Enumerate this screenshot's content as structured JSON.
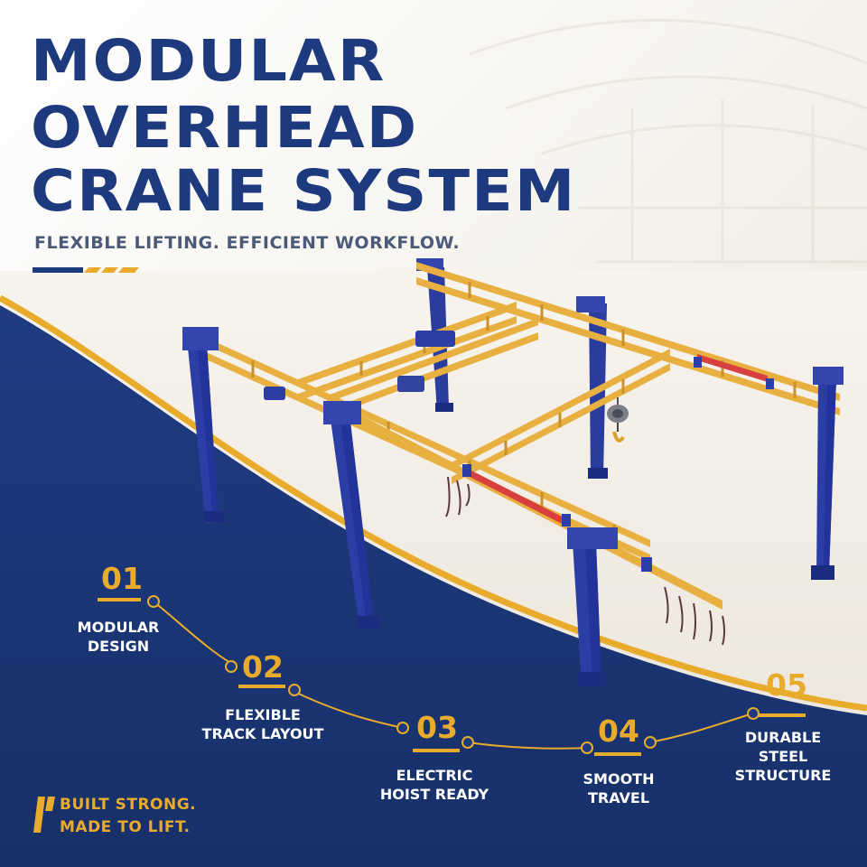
{
  "title": {
    "line1": "MODULAR",
    "line2": "OVERHEAD",
    "line3": "CRANE SYSTEM"
  },
  "subtitle": "FLEXIBLE LIFTING. EFFICIENT WORKFLOW.",
  "features": [
    {
      "number": "01",
      "label": "MODULAR\nDESIGN"
    },
    {
      "number": "02",
      "label": "FLEXIBLE\nTRACK LAYOUT"
    },
    {
      "number": "03",
      "label": "ELECTRIC\nHOIST READY"
    },
    {
      "number": "04",
      "label": "SMOOTH\nTRAVEL"
    },
    {
      "number": "05",
      "label": "DURABLE\nSTEEL\nSTRUCTURE"
    }
  ],
  "tagline": {
    "line1": "BUILT STRONG.",
    "line2": "MADE TO LIFT."
  },
  "colors": {
    "navy": "#1e3a7f",
    "gold": "#e8ab2b",
    "background": "#f3f0ea",
    "column_blue": "#2b3ea6",
    "rail_yellow": "#e8b040",
    "conductor_red": "#d84040"
  }
}
